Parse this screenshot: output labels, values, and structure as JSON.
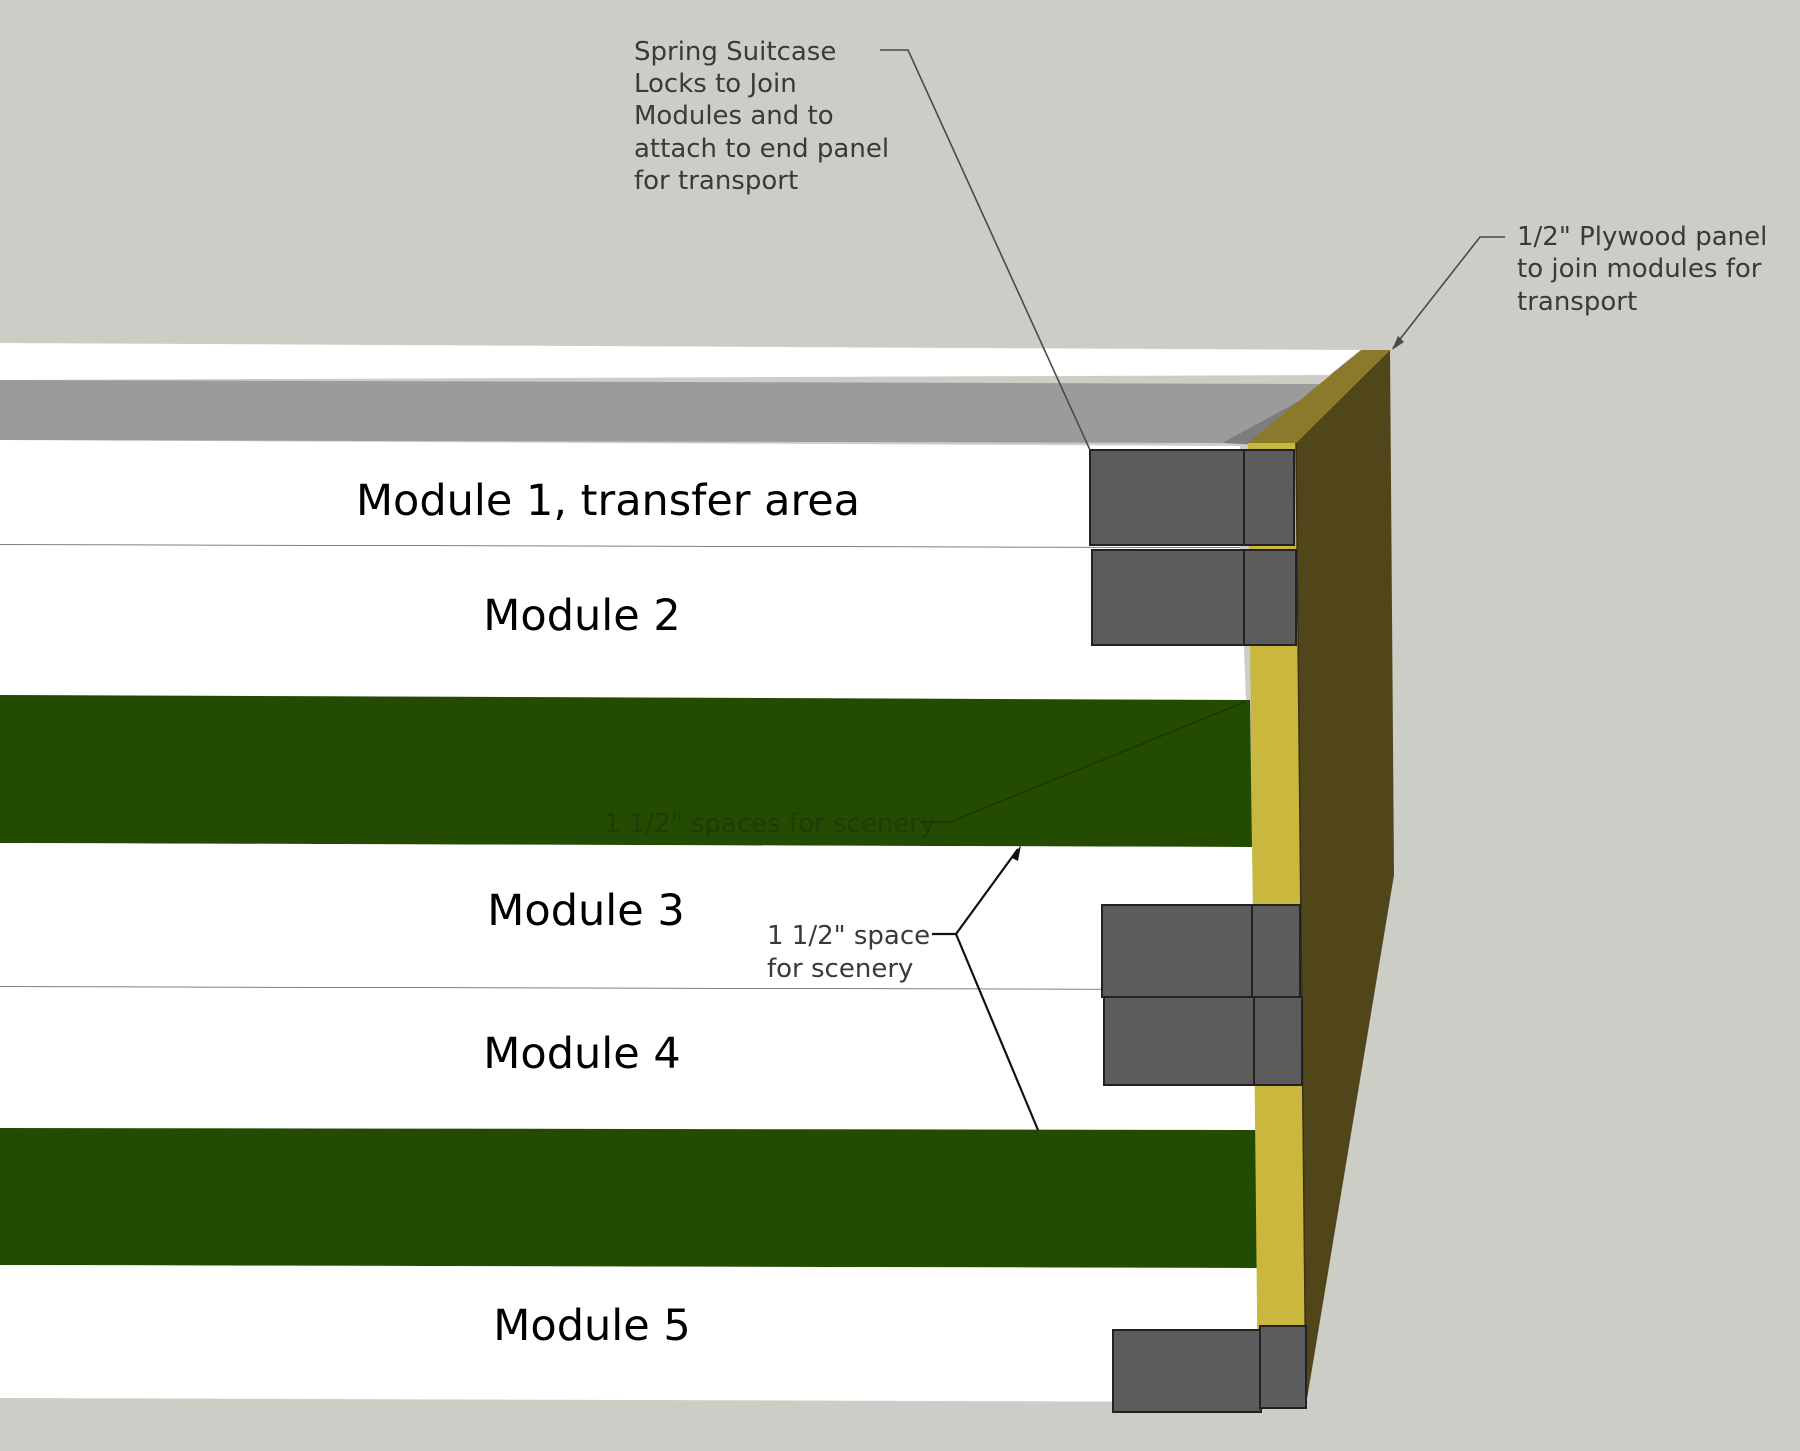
{
  "modules": [
    {
      "label": "Module 1, transfer area"
    },
    {
      "label": "Module 2"
    },
    {
      "label": "Module 3"
    },
    {
      "label": "Module 4"
    },
    {
      "label": "Module 5"
    }
  ],
  "annotations": {
    "suitcase_locks": [
      "Spring Suitcase",
      "Locks to Join",
      "Modules  and to",
      "attach to end panel",
      "for transport"
    ],
    "plywood_panel": [
      "1/2\" Plywood panel",
      "to join modules for",
      "transport"
    ],
    "spaces_for_scenery": "1 1/2\" spaces for scenery",
    "space_for_scenery": [
      "1 1/2\" space",
      "for scenery"
    ]
  },
  "colors": {
    "background": "#cccdc7",
    "module_white": "#ffffff",
    "scenery_green": "#234b02",
    "lock_gray": "#5b5c5b",
    "panel_edge_yellow": "#c9b73e",
    "panel_face_olive": "#51461a",
    "top_gray": "#9b9b9b"
  }
}
